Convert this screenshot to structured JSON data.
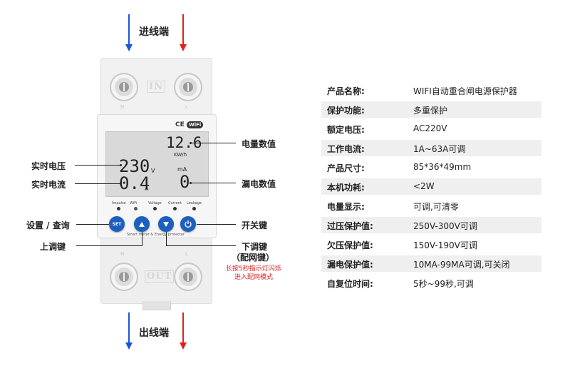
{
  "top_terminal_label": "进线端",
  "bottom_terminal_label": "出线端",
  "colors": {
    "arrow_blue": "#1a56d6",
    "arrow_red": "#e02020",
    "button_blue": "#1c5fbf",
    "hint_red": "#e02020"
  },
  "device": {
    "top_plate": "IN",
    "bottom_plate": "OUT",
    "n_label": "N",
    "l_label": "L",
    "ce_mark": "CE",
    "wifi_badge": "WiFi",
    "energy_value": "12.6",
    "energy_unit": "KW/h",
    "voltage_value": "230",
    "voltage_unit": "V",
    "current_value": "0.4",
    "current_unit": "A",
    "leakage_unit": "mA",
    "leakage_value": "0",
    "indicators": [
      "Impulse",
      "WiFi",
      "Voltage",
      "Current",
      "Leakage"
    ],
    "set_button": "SET",
    "panel_caption": "Smart meter & Energy protector"
  },
  "callouts": {
    "energy_value": "电量数值",
    "real_voltage": "实时电压",
    "real_current": "实时电流",
    "leakage_value": "漏电数值",
    "setting_query": "设置 / 查询",
    "power_key": "开关键",
    "up_key": "上调键",
    "down_key": "下调键",
    "pair_key": "（配网键）",
    "hint_line1": "长按5秒指示灯闪烁",
    "hint_line2": "进入配网模式"
  },
  "specs": [
    {
      "key": "产品名称:",
      "value": "WIFI自动重合闸电源保护器"
    },
    {
      "key": "保护功能:",
      "value": "多重保护"
    },
    {
      "key": "额定电压:",
      "value": "AC220V"
    },
    {
      "key": "工作电流:",
      "value": "1A~63A可调"
    },
    {
      "key": "产品尺寸:",
      "value": "85*36*49mm"
    },
    {
      "key": "本机功耗:",
      "value": "<2W"
    },
    {
      "key": "电量显示:",
      "value": "可调,可清零"
    },
    {
      "key": "过压保护值:",
      "value": "250V-300V可调"
    },
    {
      "key": "欠压保护值:",
      "value": "150V-190V可调"
    },
    {
      "key": "漏电保护值:",
      "value": "10MA-99MA可调,可关闭"
    },
    {
      "key": "自复位时间:",
      "value": "5秒~99秒,可调"
    }
  ]
}
